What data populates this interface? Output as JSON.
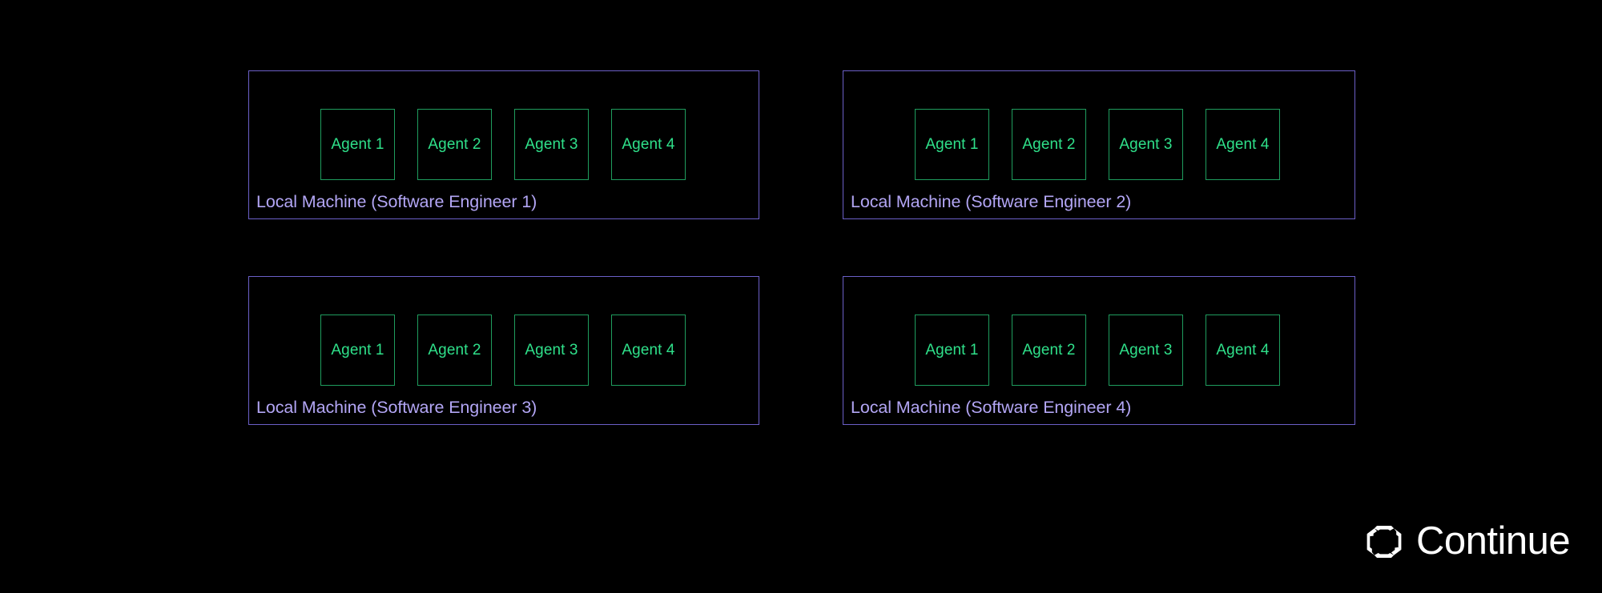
{
  "background_color": "#000000",
  "theme": {
    "panel_border_color": "#6b5fc7",
    "panel_label_color": "#b3a6f5",
    "agent_border_color": "#1f9d5e",
    "agent_label_color": "#2fe08a",
    "brand_color": "#ffffff"
  },
  "diagram": {
    "type": "grid-of-machines",
    "machines": [
      {
        "label": "Local Machine (Software Engineer 1)",
        "agents": [
          {
            "label": "Agent 1"
          },
          {
            "label": "Agent 2"
          },
          {
            "label": "Agent 3"
          },
          {
            "label": "Agent 4"
          }
        ]
      },
      {
        "label": "Local Machine (Software Engineer 2)",
        "agents": [
          {
            "label": "Agent 1"
          },
          {
            "label": "Agent 2"
          },
          {
            "label": "Agent 3"
          },
          {
            "label": "Agent 4"
          }
        ]
      },
      {
        "label": "Local Machine (Software Engineer 3)",
        "agents": [
          {
            "label": "Agent 1"
          },
          {
            "label": "Agent 2"
          },
          {
            "label": "Agent 3"
          },
          {
            "label": "Agent 4"
          }
        ]
      },
      {
        "label": "Local Machine (Software Engineer 4)",
        "agents": [
          {
            "label": "Agent 1"
          },
          {
            "label": "Agent 2"
          },
          {
            "label": "Agent 3"
          },
          {
            "label": "Agent 4"
          }
        ]
      }
    ]
  },
  "brand": {
    "name": "Continue",
    "logo_icon": "continue-hexagon-icon"
  }
}
